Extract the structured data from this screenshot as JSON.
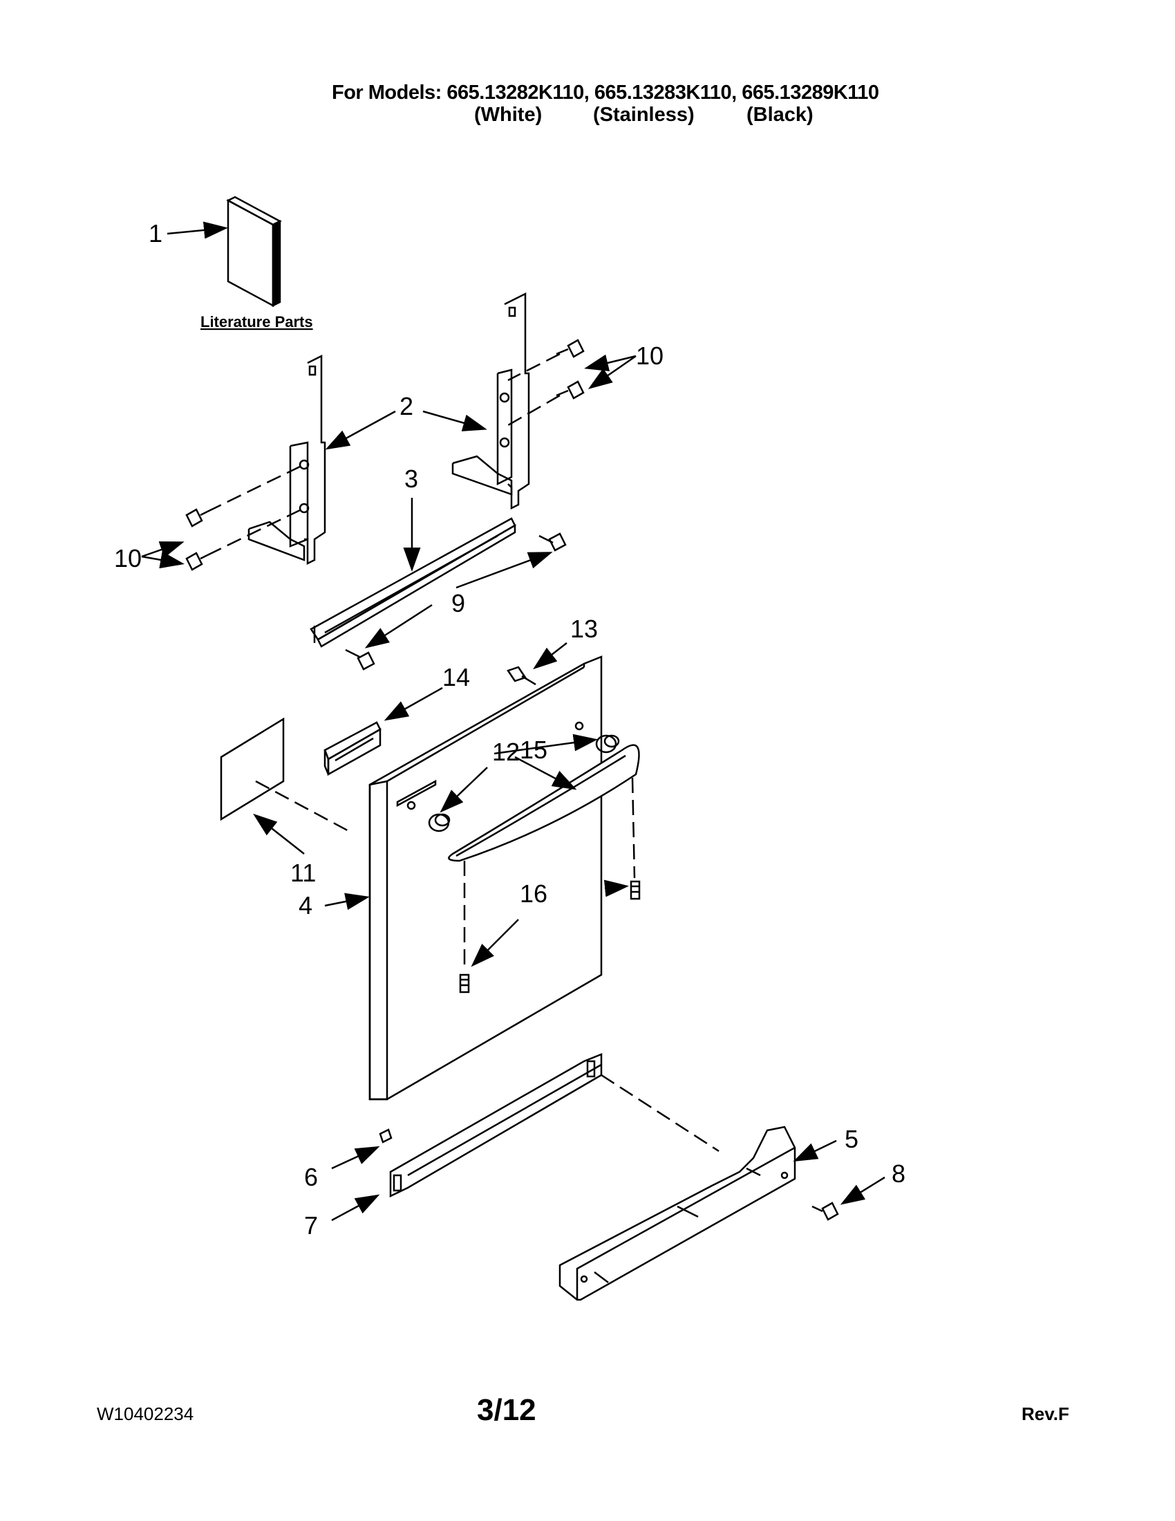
{
  "header": {
    "models_line": "For Models: 665.13282K110, 665.13283K110, 665.13289K110",
    "variants": [
      "(White)",
      "(Stainless)",
      "(Black)"
    ]
  },
  "literature_label": "Literature Parts",
  "callouts": [
    "1",
    "2",
    "3",
    "4",
    "5",
    "6",
    "7",
    "8",
    "9",
    "10",
    "10",
    "11",
    "12",
    "13",
    "14",
    "15",
    "16"
  ],
  "footer": {
    "doc_number": "W10402234",
    "page": "3/12",
    "revision": "Rev.F"
  }
}
